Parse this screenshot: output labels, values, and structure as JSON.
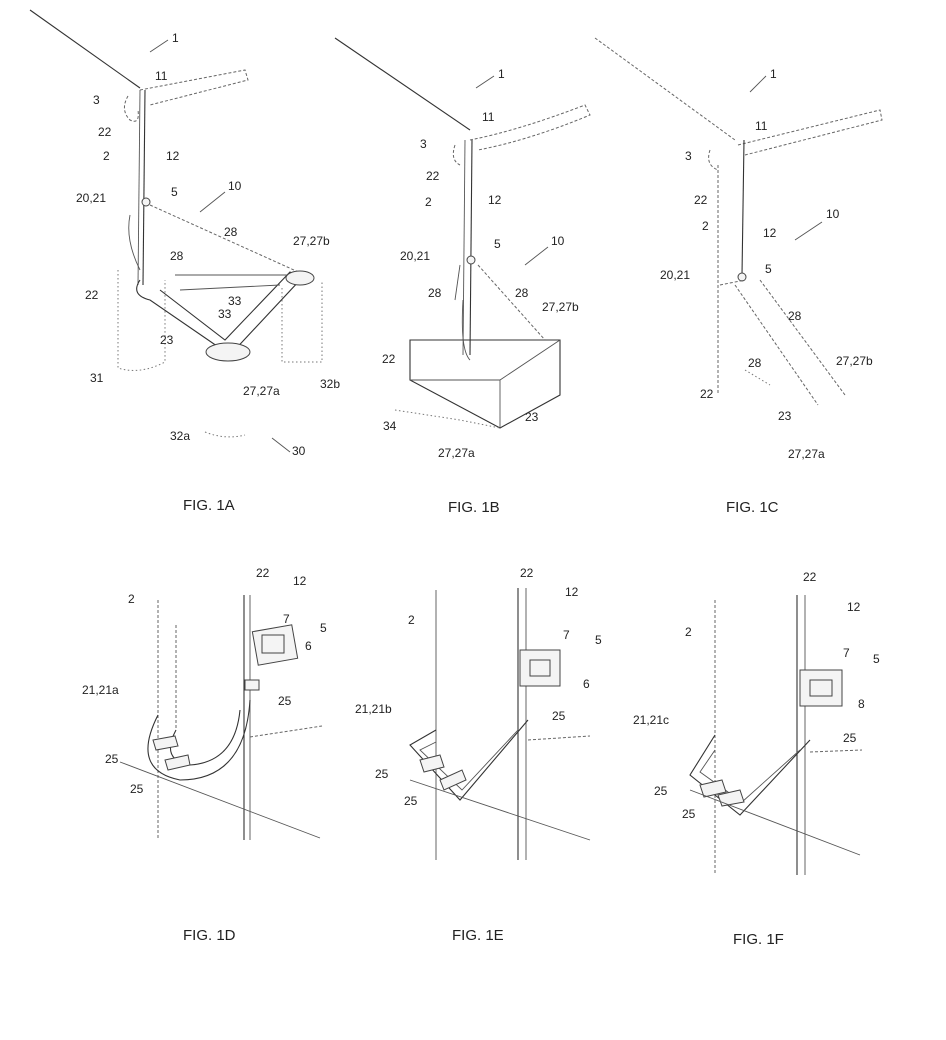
{
  "figures": [
    {
      "id": "1A",
      "caption": "FIG. 1A",
      "labels": [
        "1",
        "11",
        "3",
        "22",
        "2",
        "12",
        "10",
        "20,21",
        "5",
        "28",
        "27,27b",
        "28",
        "22",
        "33",
        "23",
        "33",
        "32b",
        "31",
        "27,27a",
        "32a",
        "30"
      ]
    },
    {
      "id": "1B",
      "caption": "FIG. 1B",
      "labels": [
        "1",
        "11",
        "3",
        "22",
        "2",
        "12",
        "10",
        "20,21",
        "5",
        "28",
        "28",
        "27,27b",
        "22",
        "34",
        "23",
        "27,27a"
      ]
    },
    {
      "id": "1C",
      "caption": "FIG. 1C",
      "labels": [
        "1",
        "11",
        "3",
        "22",
        "2",
        "12",
        "10",
        "20,21",
        "5",
        "28",
        "28",
        "27,27b",
        "22",
        "23",
        "27,27a"
      ]
    },
    {
      "id": "1D",
      "caption": "FIG. 1D",
      "labels": [
        "2",
        "22",
        "12",
        "7",
        "5",
        "6",
        "21,21a",
        "25",
        "25",
        "25"
      ]
    },
    {
      "id": "1E",
      "caption": "FIG. 1E",
      "labels": [
        "2",
        "22",
        "12",
        "7",
        "5",
        "6",
        "21,21b",
        "25",
        "25",
        "25"
      ]
    },
    {
      "id": "1F",
      "caption": "FIG. 1F",
      "labels": [
        "2",
        "22",
        "12",
        "7",
        "5",
        "8",
        "21,21c",
        "25",
        "25",
        "25"
      ]
    }
  ]
}
